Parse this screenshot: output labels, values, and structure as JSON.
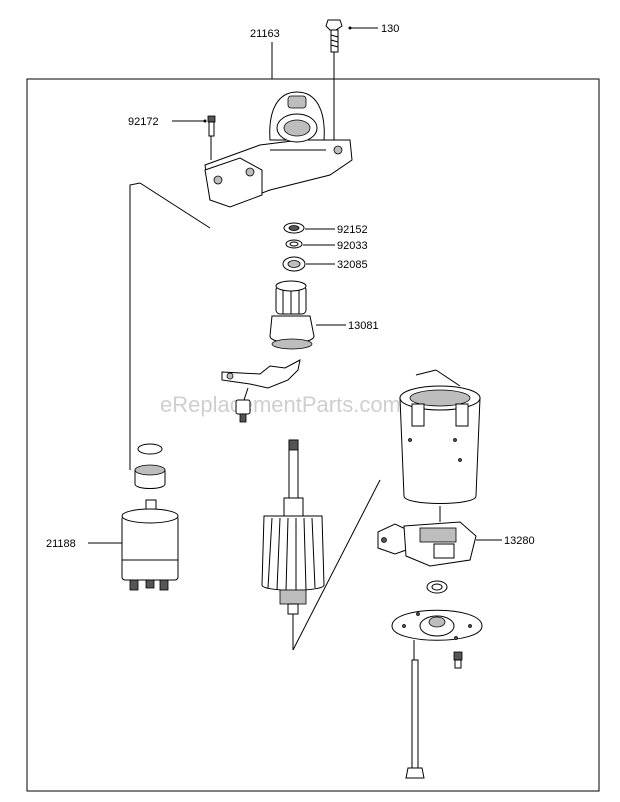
{
  "watermark": "eReplacementParts.com",
  "callouts": {
    "c21163": "21163",
    "c130": "130",
    "c92172": "92172",
    "c92152": "92152",
    "c92033": "92033",
    "c32085": "32085",
    "c13081": "13081",
    "c21188": "21188",
    "c13280": "13280"
  },
  "icons": {
    "leader_dot": "filled-circle"
  }
}
